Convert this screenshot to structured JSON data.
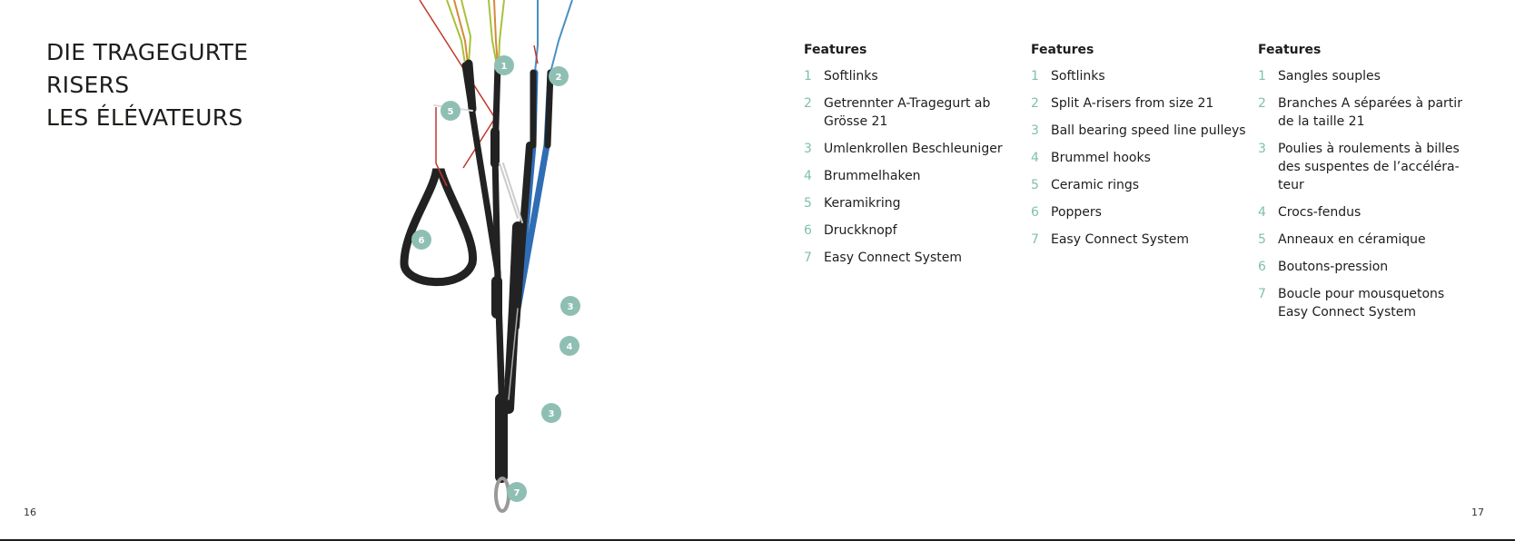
{
  "title": {
    "line1": "DIE TRAGEGURTE",
    "line2": "RISERS",
    "line3": "LES ÉLÉVATEURS"
  },
  "features_de": {
    "heading": "Features",
    "items": [
      {
        "num": "1",
        "text": "Softlinks"
      },
      {
        "num": "2",
        "text": "Getrennter A-Tragegurt ab Grösse 21"
      },
      {
        "num": "3",
        "text": "Umlenkrollen Beschleuniger"
      },
      {
        "num": "4",
        "text": "Brummelhaken"
      },
      {
        "num": "5",
        "text": "Keramikring"
      },
      {
        "num": "6",
        "text": "Druckknopf"
      },
      {
        "num": "7",
        "text": "Easy Connect System"
      }
    ]
  },
  "features_en": {
    "heading": "Features",
    "items": [
      {
        "num": "1",
        "text": "Softlinks"
      },
      {
        "num": "2",
        "text": "Split A-risers from size 21"
      },
      {
        "num": "3",
        "text": "Ball bearing speed line pulleys"
      },
      {
        "num": "4",
        "text": "Brummel hooks"
      },
      {
        "num": "5",
        "text": "Ceramic rings"
      },
      {
        "num": "6",
        "text": "Poppers"
      },
      {
        "num": "7",
        "text": "Easy Connect System"
      }
    ]
  },
  "features_fr": {
    "heading": "Features",
    "items": [
      {
        "num": "1",
        "text": "Sangles souples"
      },
      {
        "num": "2",
        "text": "Branches A séparées à partir de la taille 21"
      },
      {
        "num": "3",
        "text": "Poulies à roulements à billes des suspentes de l’accéléra-teur"
      },
      {
        "num": "4",
        "text": "Crocs-fendus"
      },
      {
        "num": "5",
        "text": "Anneaux en céramique"
      },
      {
        "num": "6",
        "text": "Boutons-pression"
      },
      {
        "num": "7",
        "text": "Boucle pour mousquetons Easy Connect System"
      }
    ]
  },
  "badges": [
    "1",
    "2",
    "5",
    "6",
    "3",
    "4",
    "3",
    "7"
  ],
  "colors": {
    "accent": "#7fbfb1",
    "badge": "#8fbfb3",
    "webbing": "#222222",
    "blue_riser": "#2f6db5",
    "green_line": "#a8c23a",
    "red_line": "#c0392b",
    "blue_line": "#4a90c2"
  },
  "page_numbers": {
    "left": "16",
    "right": "17"
  }
}
